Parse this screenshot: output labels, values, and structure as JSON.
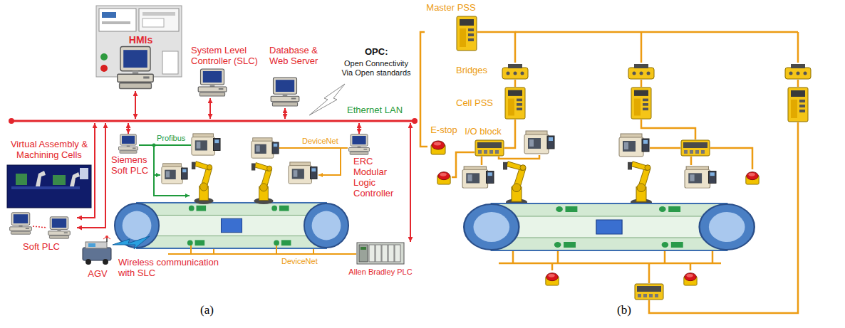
{
  "diagram": {
    "nodes": [
      {
        "text": [
          "HMIs"
        ]
      },
      {
        "text": [
          "System Level Controller (SLC)"
        ]
      },
      {
        "text": [
          "Database & Web Server"
        ]
      },
      {
        "text": [
          "Ethernet LAN"
        ]
      },
      {
        "text": [
          "Virtual Assembly & Machining Cells"
        ]
      },
      {
        "text": [
          "Siemens Soft PLC"
        ]
      },
      {
        "text": [
          "ERC Modular Logic Controller"
        ]
      },
      {
        "text": [
          "Soft PLC"
        ]
      },
      {
        "text": [
          "AGV"
        ]
      },
      {
        "text": [
          "Allen Bradley PLC"
        ]
      },
      {
        "text": [
          "Master PSS"
        ]
      },
      {
        "text": [
          "Bridges"
        ]
      },
      {
        "text": [
          "Cell PSS"
        ]
      },
      {
        "text": [
          "I/O block"
        ]
      },
      {
        "text": [
          "E-stop"
        ]
      }
    ],
    "edges": [
      {
        "from": 3,
        "to": 0,
        "arrow": "both"
      },
      {
        "from": 3,
        "to": 1,
        "arrow": "both"
      },
      {
        "from": 3,
        "to": 2,
        "arrow": "both"
      },
      {
        "from": 3,
        "to": 5,
        "arrow": "both"
      },
      {
        "from": 3,
        "to": 6,
        "arrow": "both"
      },
      {
        "from": 3,
        "to": 7,
        "arrow": "both"
      },
      {
        "from": 3,
        "to": 7,
        "arrow": "both"
      },
      {
        "from": 3,
        "to": 9,
        "arrow": "both"
      },
      {
        "from": 10,
        "to": 11,
        "arrow": "none"
      },
      {
        "from": 11,
        "to": 12,
        "arrow": "none"
      },
      {
        "from": 12,
        "to": 13,
        "arrow": "none"
      },
      {
        "from": 10,
        "to": 14,
        "arrow": "none"
      }
    ],
    "labels": [
      "OPC:",
      "Open Connectivity Via Open standards",
      "Profibus",
      "DeviceNet",
      "Wireless communication with SLC",
      "DeviceNet",
      "(a)",
      "(b)"
    ]
  }
}
